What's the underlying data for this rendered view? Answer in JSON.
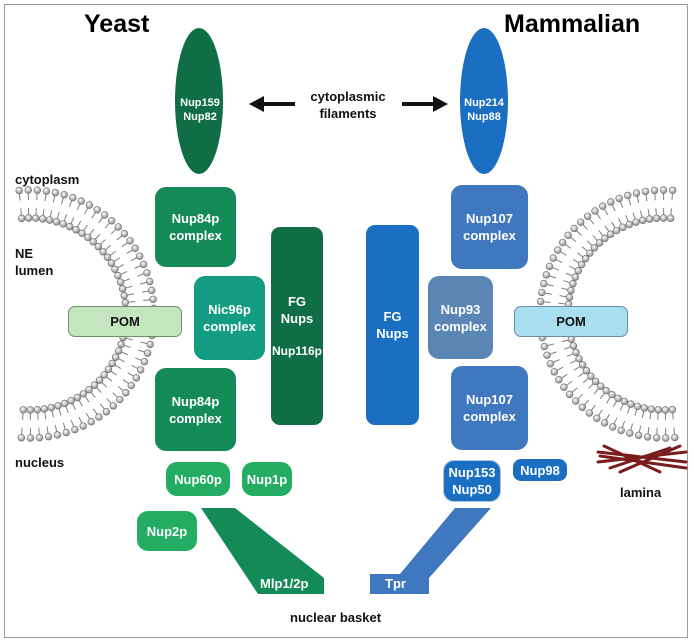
{
  "titles": {
    "yeast": "Yeast",
    "mammalian": "Mammalian"
  },
  "labels": {
    "cytoplasmic_filaments_line1": "cytoplasmic",
    "cytoplasmic_filaments_line2": "filaments",
    "cytoplasm": "cytoplasm",
    "ne": "NE",
    "lumen": "lumen",
    "nucleus": "nucleus",
    "nuclear_basket": "nuclear basket",
    "lamina": "lamina"
  },
  "yeast": {
    "filament_line1": "Nup159",
    "filament_line2": "Nup82",
    "pom": "POM",
    "top_complex_line1": "Nup84p",
    "top_complex_line2": "complex",
    "mid_complex_line1": "Nic96p",
    "mid_complex_line2": "complex",
    "bottom_complex_line1": "Nup84p",
    "bottom_complex_line2": "complex",
    "fg_line1": "FG",
    "fg_line2": "Nups",
    "fg_sub": "Nup116p",
    "nup60": "Nup60p",
    "nup1": "Nup1p",
    "nup2": "Nup2p",
    "basket": "Mlp1/2p"
  },
  "mammalian": {
    "filament_line1": "Nup214",
    "filament_line2": "Nup88",
    "pom": "POM",
    "top_complex_line1": "Nup107",
    "top_complex_line2": "complex",
    "mid_complex_line1": "Nup93",
    "mid_complex_line2": "complex",
    "bottom_complex_line1": "Nup107",
    "bottom_complex_line2": "complex",
    "fg_line1": "FG",
    "fg_line2": "Nups",
    "nup153_line1": "Nup153",
    "nup153_line2": "Nup50",
    "nup98": "Nup98",
    "basket": "Tpr"
  },
  "colors": {
    "yeast_title": "#0e7a52",
    "mammalian_title": "#1f74c4",
    "yeast_dark": "#0f6e45",
    "yeast_mid": "#148a58",
    "yeast_teal": "#139c82",
    "yeast_light": "#22ad63",
    "mam_blue": "#1a6fc2",
    "mam_steel": "#3f78bf",
    "mam_grey": "#5a86b5",
    "pom_yeast": "#c4e6bf",
    "pom_mammal": "#a9def0",
    "lamina": "#7a1d1d"
  }
}
